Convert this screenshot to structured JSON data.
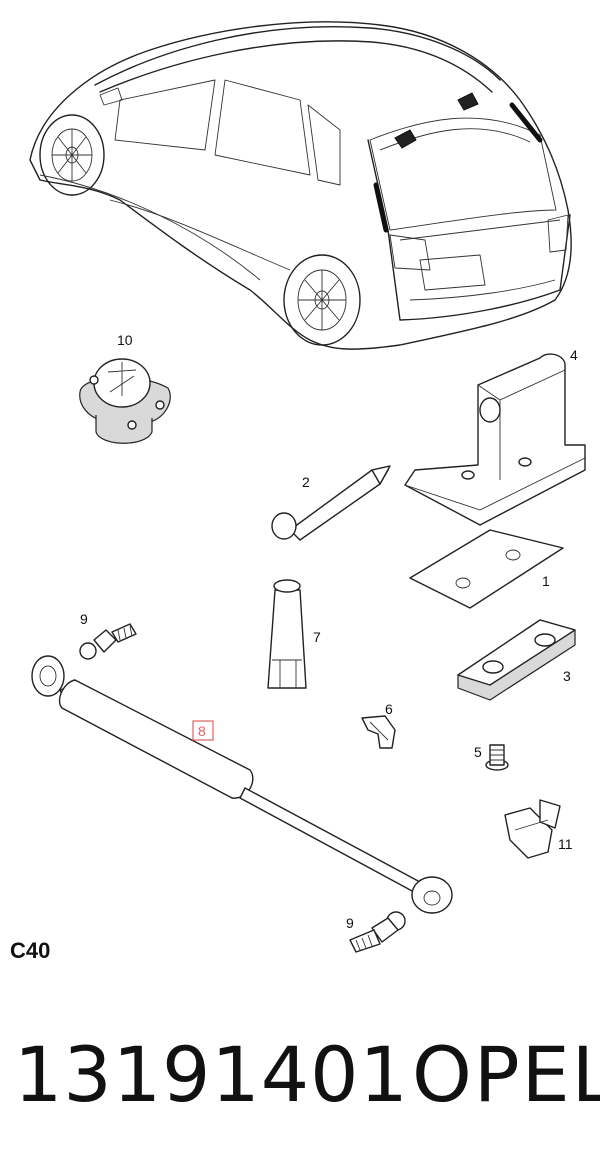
{
  "callouts": {
    "c1": "1",
    "c2": "2",
    "c3": "3",
    "c4": "4",
    "c5": "5",
    "c6": "6",
    "c7": "7",
    "c8": "8",
    "c9a": "9",
    "c9b": "9",
    "c10": "10",
    "c11": "11"
  },
  "sheet_code": "C40",
  "footer": {
    "part_number": "13191401",
    "brand": "OPEL"
  },
  "highlight_color": "#e06060"
}
